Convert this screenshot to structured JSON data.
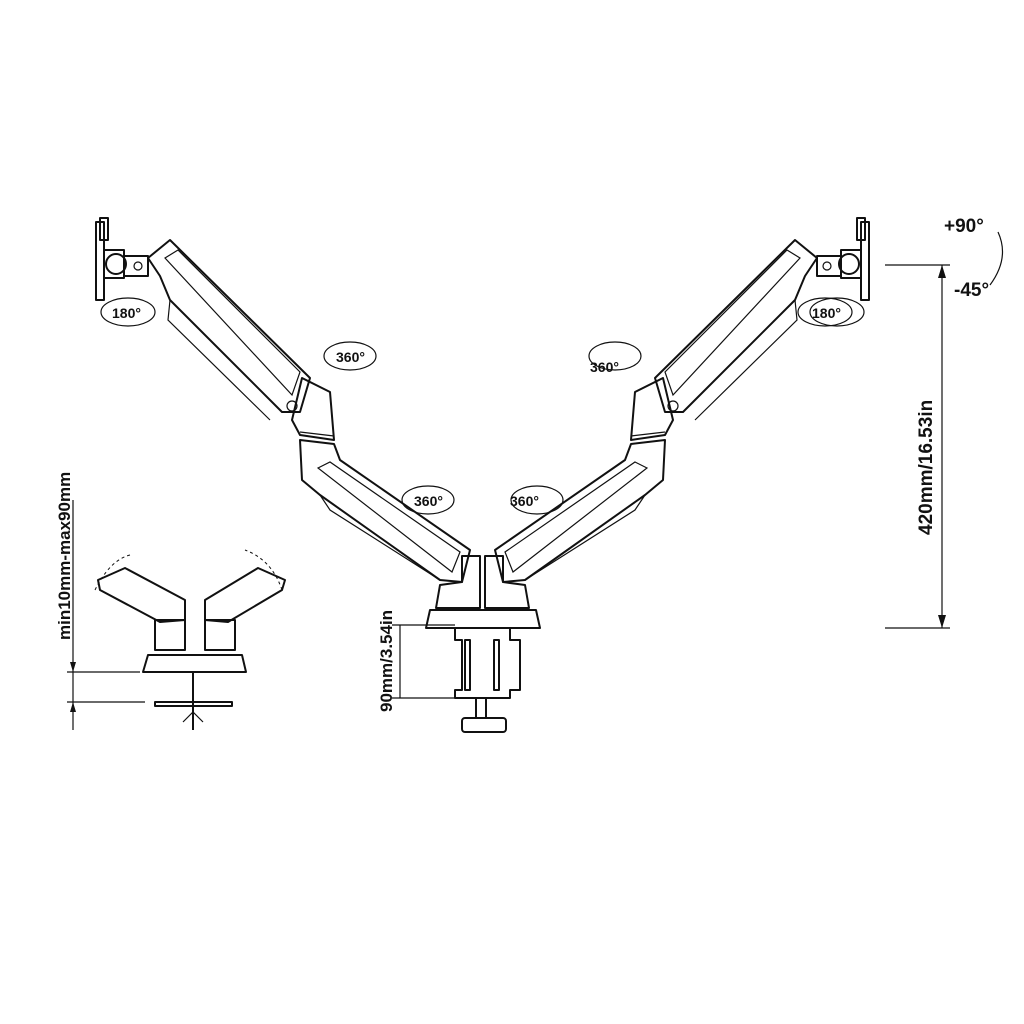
{
  "labels": {
    "tilt_up": "+90°",
    "tilt_down": "-45°",
    "rotate_left_head": "180°",
    "rotate_right_head": "180°",
    "rotate_left_upper": "360°",
    "rotate_right_upper": "360°",
    "rotate_left_lower": "360°",
    "rotate_right_lower": "360°"
  },
  "dimensions": {
    "height": "420mm/16.53in",
    "clamp": "90mm/3.54in",
    "desk_thickness": "min10mm-max90mm"
  },
  "colors": {
    "line": "#111111",
    "background": "#ffffff"
  }
}
